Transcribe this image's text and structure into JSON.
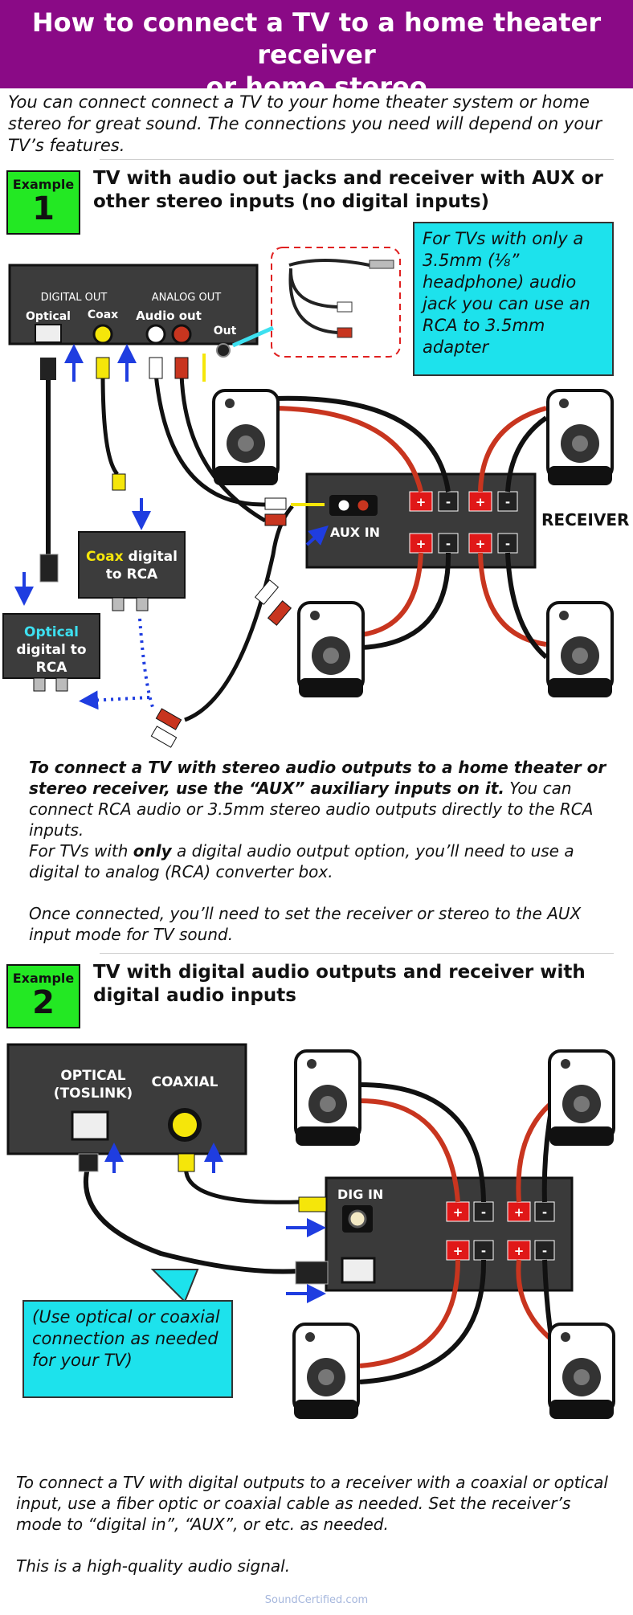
{
  "header": {
    "title_line1": "How to connect a TV to a home theater receiver",
    "title_line2": "or home stereo",
    "brand": "SoundCertified.com"
  },
  "intro": "You can connect connect a TV to your home theater system or home stereo for great sound. The connections you need will depend on your TV’s features.",
  "example1": {
    "label": "Example",
    "number": "1",
    "title": "TV with audio out jacks and receiver with AUX or other stereo inputs (no digital inputs)",
    "tv_panel": {
      "digital_out": "DIGITAL OUT",
      "analog_out": "ANALOG OUT",
      "optical": "Optical",
      "coax": "Coax",
      "audio_out": "Audio out",
      "out": "Out"
    },
    "callout": "For TVs with only a 3.5mm (⅛” headphone) audio jack you can use an RCA to 3.5mm adapter",
    "aux_in": "AUX IN",
    "receiver": "RECEIVER",
    "coax_box_word": "Coax",
    "coax_box_rest1": " digital",
    "coax_box_rest2": "to RCA",
    "optical_box_word": "Optical",
    "optical_box_rest1": "digital to",
    "optical_box_rest2": "RCA",
    "plus": "+",
    "minus": "-",
    "para1_bold": "To connect a TV with stereo audio outputs to a home theater or stereo receiver, use the “AUX” auxiliary inputs on it.",
    "para1_rest": " You can connect RCA audio or 3.5mm stereo audio outputs directly to the RCA inputs.",
    "para2_a": "For TVs with ",
    "para2_bold": "only",
    "para2_b": " a digital audio output option, you’ll need to use a digital to analog (RCA) converter box.",
    "para3": "Once connected, you’ll need to set the receiver or stereo to the AUX input mode for TV sound."
  },
  "example2": {
    "label": "Example",
    "number": "2",
    "title": "TV with digital audio outputs and receiver with digital audio inputs",
    "optical_line1": "OPTICAL",
    "optical_line2": "(TOSLINK)",
    "coaxial": "COAXIAL",
    "dig_in": "DIG IN",
    "callout": "(Use optical or coaxial connection as needed for your TV)",
    "para1": "To connect a TV with digital outputs to a receiver with a coaxial or optical input, use a fiber optic or coaxial cable as needed. Set the receiver’s mode to “digital in”, “AUX”, or etc. as needed.",
    "para2": "This is a high-quality audio signal."
  },
  "footer": "SoundCertified.com",
  "colors": {
    "header_bg": "#8a0a86",
    "example_green": "#23e823",
    "callout_cyan": "#1de2ec",
    "wire_red": "#c8351f",
    "arrow_blue": "#1f3de0",
    "coax_yellow": "#f5e60a",
    "optical_cyan": "#3de0f0"
  }
}
